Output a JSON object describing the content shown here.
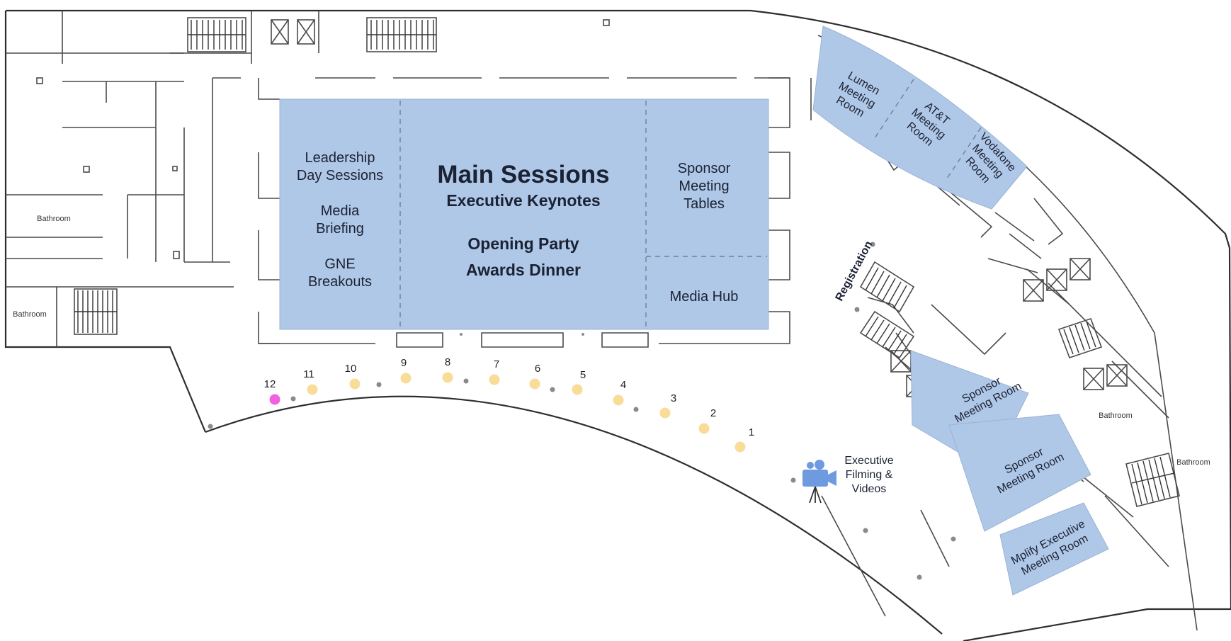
{
  "main_hall": {
    "left_panel": [
      "Leadership",
      "Day Sessions",
      "Media",
      "Briefing",
      "GNE",
      "Breakouts"
    ],
    "center_title": "Main Sessions",
    "center_subtitle": "Executive Keynotes",
    "center_events": [
      "Opening Party",
      "Awards Dinner"
    ],
    "right_top": [
      "Sponsor",
      "Meeting",
      "Tables"
    ],
    "right_bottom": "Media Hub"
  },
  "meeting_rooms": {
    "lumen": [
      "Lumen",
      "Meeting",
      "Room"
    ],
    "att": [
      "AT&T",
      "Meeting",
      "Room"
    ],
    "vodafone": [
      "Vodafone",
      "Meeting",
      "Room"
    ],
    "sponsor_1": [
      "Sponsor",
      "Meeting Room"
    ],
    "sponsor_2": [
      "Sponsor",
      "Meeting Room"
    ],
    "mplify": [
      "Mplify Executive",
      "Meeting Room"
    ]
  },
  "registration": "Registration",
  "filming": [
    "Executive",
    "Filming &",
    "Videos"
  ],
  "bathrooms": [
    "Bathroom",
    "Bathroom",
    "Bathroom",
    "Bathroom"
  ],
  "booths": [
    {
      "label": "1",
      "color": "#f8dc98"
    },
    {
      "label": "2",
      "color": "#f8dc98"
    },
    {
      "label": "3",
      "color": "#f8dc98"
    },
    {
      "label": "4",
      "color": "#f8dc98"
    },
    {
      "label": "5",
      "color": "#f8dc98"
    },
    {
      "label": "6",
      "color": "#f8dc98"
    },
    {
      "label": "7",
      "color": "#f8dc98"
    },
    {
      "label": "8",
      "color": "#f8dc98"
    },
    {
      "label": "9",
      "color": "#f8dc98"
    },
    {
      "label": "10",
      "color": "#f8dc98"
    },
    {
      "label": "11",
      "color": "#f8dc98"
    },
    {
      "label": "12",
      "color": "#f060e0"
    }
  ],
  "colors": {
    "room_fill": "#b0c8e8",
    "booth": "#f8dc98",
    "booth_highlight": "#f060e0",
    "camera": "#6e9ae0"
  }
}
